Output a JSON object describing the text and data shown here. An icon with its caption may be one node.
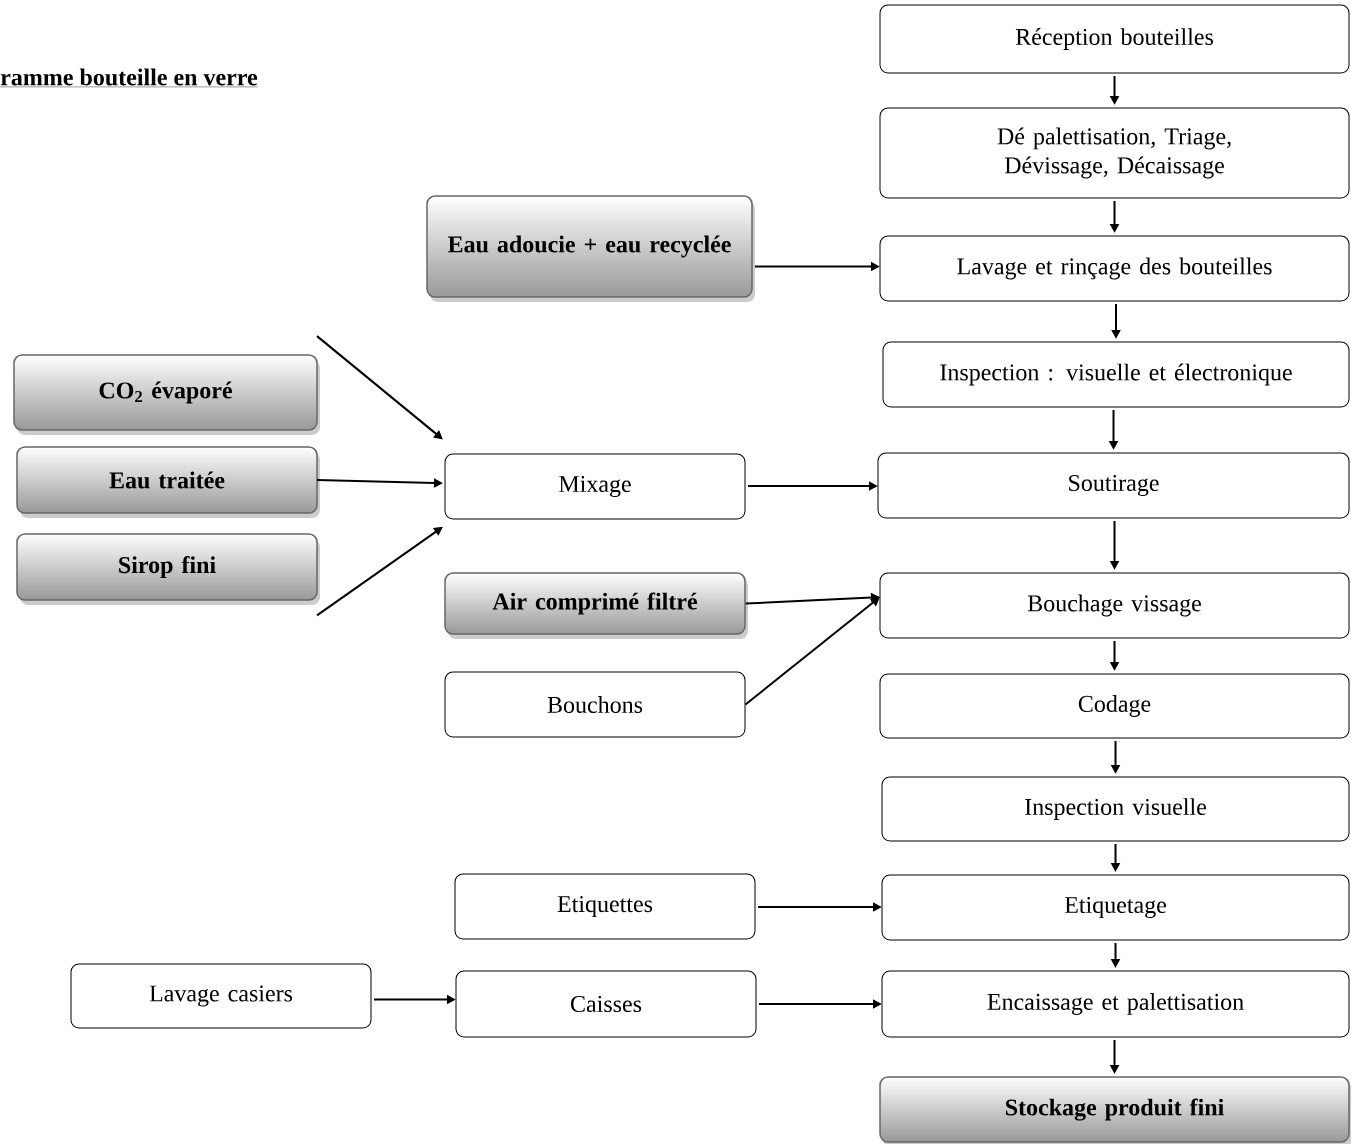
{
  "diagram": {
    "title": "ramme bouteille en verre",
    "nodes": [
      {
        "text": [
          "Réception bouteilles"
        ]
      },
      {
        "text": [
          "Dé palettisation,  Triage, Dévissage, Décaissage"
        ]
      },
      {
        "text": [
          "Eau adoucie + eau recyclée"
        ]
      },
      {
        "text": [
          "Lavage et rinçage des bouteilles"
        ]
      },
      {
        "text": [
          "CO$_{2}$   évaporé"
        ]
      },
      {
        "text": [
          "Inspection : visuelle et électronique"
        ]
      },
      {
        "text": [
          "Eau traitée"
        ]
      },
      {
        "text": [
          "Mixage"
        ]
      },
      {
        "text": [
          "Soutirage"
        ]
      },
      {
        "text": [
          "Sirop fini"
        ]
      },
      {
        "text": [
          "Air comprimé filtré"
        ]
      },
      {
        "text": [
          "Bouchage vissage"
        ]
      },
      {
        "text": [
          "Bouchons"
        ]
      },
      {
        "text": [
          "Codage"
        ]
      },
      {
        "text": [
          "Inspection visuelle"
        ]
      },
      {
        "text": [
          "Etiquettes"
        ]
      },
      {
        "text": [
          "Etiquetage"
        ]
      },
      {
        "text": [
          "Lavage casiers"
        ]
      },
      {
        "text": [
          "Caisses"
        ]
      },
      {
        "text": [
          "Encaissage et palettisation"
        ]
      },
      {
        "text": [
          "Stockage produit fini"
        ]
      }
    ],
    "edges": [
      {
        "from": 0,
        "to": 1,
        "arrow": "to"
      },
      {
        "from": 1,
        "to": 3,
        "arrow": "to"
      },
      {
        "from": 2,
        "to": 3,
        "arrow": "to"
      },
      {
        "from": 3,
        "to": 5,
        "arrow": "to"
      },
      {
        "from": 5,
        "to": 8,
        "arrow": "to"
      },
      {
        "from": 4,
        "to": 7,
        "arrow": "to"
      },
      {
        "from": 6,
        "to": 7,
        "arrow": "to"
      },
      {
        "from": 9,
        "to": 7,
        "arrow": "to"
      },
      {
        "from": 7,
        "to": 8,
        "arrow": "to"
      },
      {
        "from": 8,
        "to": 11,
        "arrow": "to"
      },
      {
        "from": 10,
        "to": 11,
        "arrow": "to"
      },
      {
        "from": 12,
        "to": 11,
        "arrow": "to"
      },
      {
        "from": 11,
        "to": 13,
        "arrow": "to"
      },
      {
        "from": 13,
        "to": 14,
        "arrow": "to"
      },
      {
        "from": 14,
        "to": 16,
        "arrow": "to"
      },
      {
        "from": 15,
        "to": 16,
        "arrow": "to"
      },
      {
        "from": 16,
        "to": 19,
        "arrow": "to"
      },
      {
        "from": 17,
        "to": 18,
        "arrow": "to"
      },
      {
        "from": 18,
        "to": 19,
        "arrow": "to"
      },
      {
        "from": 19,
        "to": 20,
        "arrow": "to"
      }
    ]
  }
}
